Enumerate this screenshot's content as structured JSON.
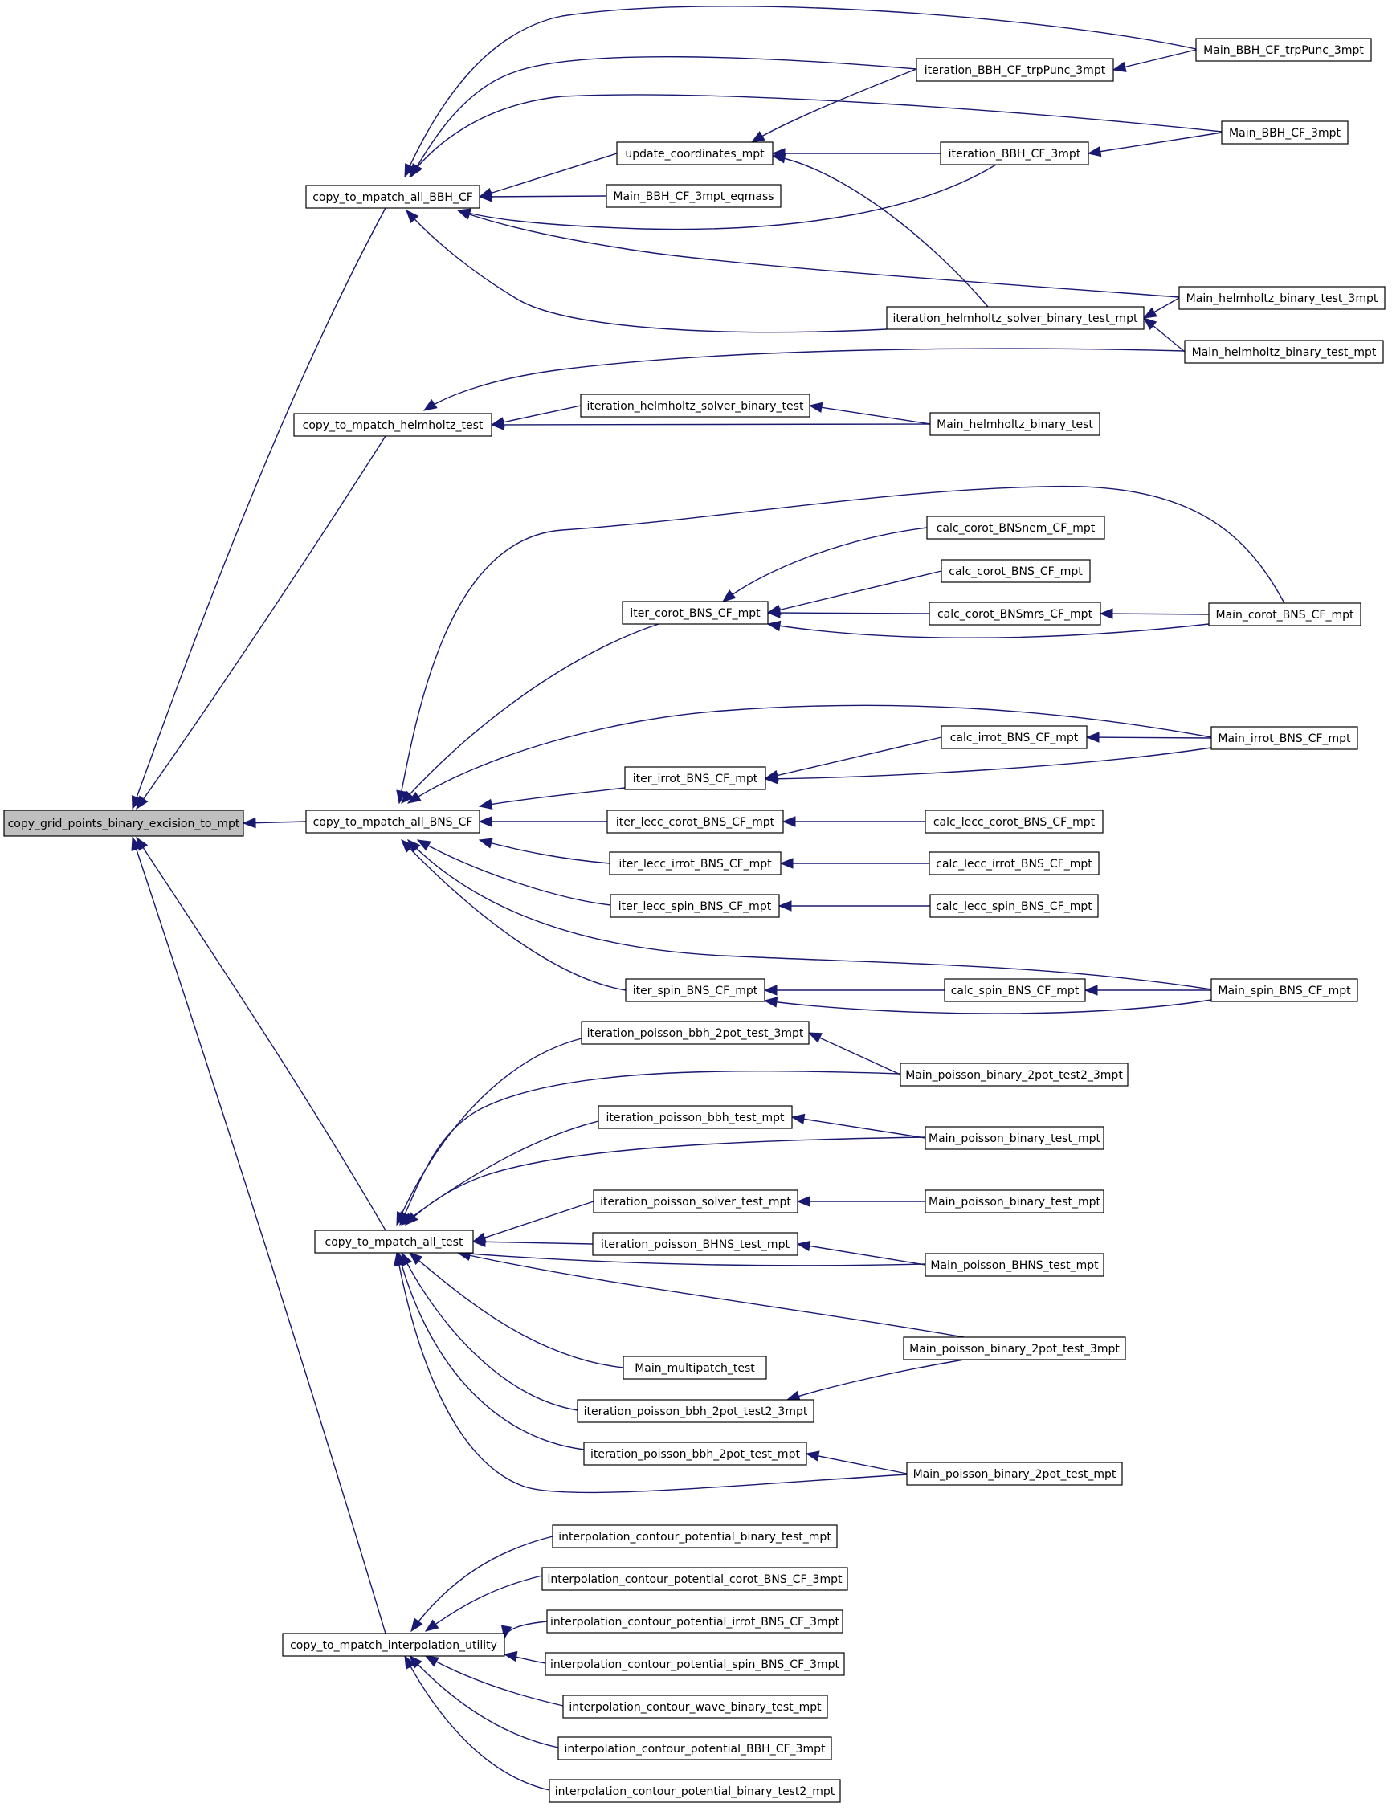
{
  "diagram": {
    "type": "call-graph",
    "colors": {
      "edge": "#191970",
      "node_border": "#000000",
      "root_fill": "#bfbfbf",
      "node_fill": "#ffffff"
    },
    "nodes": [
      {
        "id": "copy_grid",
        "label": "copy_grid_points_binary_excision_to_mpt",
        "root": true
      },
      {
        "id": "c_bbh",
        "label": "copy_to_mpatch_all_BBH_CF"
      },
      {
        "id": "c_helm",
        "label": "copy_to_mpatch_helmholtz_test"
      },
      {
        "id": "c_bns",
        "label": "copy_to_mpatch_all_BNS_CF"
      },
      {
        "id": "c_test",
        "label": "copy_to_mpatch_all_test"
      },
      {
        "id": "c_interp",
        "label": "copy_to_mpatch_interpolation_utility"
      },
      {
        "id": "upd",
        "label": "update_coordinates_mpt"
      },
      {
        "id": "m_bbh_eq",
        "label": "Main_BBH_CF_3mpt_eqmass"
      },
      {
        "id": "it_trp",
        "label": "iteration_BBH_CF_trpPunc_3mpt"
      },
      {
        "id": "it_bbh3",
        "label": "iteration_BBH_CF_3mpt"
      },
      {
        "id": "it_helm_mpt",
        "label": "iteration_helmholtz_solver_binary_test_mpt"
      },
      {
        "id": "m_trp",
        "label": "Main_BBH_CF_trpPunc_3mpt"
      },
      {
        "id": "m_bbh3",
        "label": "Main_BBH_CF_3mpt"
      },
      {
        "id": "m_helm3",
        "label": "Main_helmholtz_binary_test_3mpt"
      },
      {
        "id": "m_helm_mpt",
        "label": "Main_helmholtz_binary_test_mpt"
      },
      {
        "id": "it_helm",
        "label": "iteration_helmholtz_solver_binary_test"
      },
      {
        "id": "m_helm",
        "label": "Main_helmholtz_binary_test"
      },
      {
        "id": "iter_corot",
        "label": "iter_corot_BNS_CF_mpt"
      },
      {
        "id": "cc_nem",
        "label": "calc_corot_BNSnem_CF_mpt"
      },
      {
        "id": "cc_bns",
        "label": "calc_corot_BNS_CF_mpt"
      },
      {
        "id": "cc_mrs",
        "label": "calc_corot_BNSmrs_CF_mpt"
      },
      {
        "id": "m_corot",
        "label": "Main_corot_BNS_CF_mpt"
      },
      {
        "id": "iter_irrot",
        "label": "iter_irrot_BNS_CF_mpt"
      },
      {
        "id": "c_irrot",
        "label": "calc_irrot_BNS_CF_mpt"
      },
      {
        "id": "m_irrot",
        "label": "Main_irrot_BNS_CF_mpt"
      },
      {
        "id": "il_corot",
        "label": "iter_lecc_corot_BNS_CF_mpt"
      },
      {
        "id": "cl_corot",
        "label": "calc_lecc_corot_BNS_CF_mpt"
      },
      {
        "id": "il_irrot",
        "label": "iter_lecc_irrot_BNS_CF_mpt"
      },
      {
        "id": "cl_irrot",
        "label": "calc_lecc_irrot_BNS_CF_mpt"
      },
      {
        "id": "il_spin",
        "label": "iter_lecc_spin_BNS_CF_mpt"
      },
      {
        "id": "cl_spin",
        "label": "calc_lecc_spin_BNS_CF_mpt"
      },
      {
        "id": "iter_spin",
        "label": "iter_spin_BNS_CF_mpt"
      },
      {
        "id": "c_spin",
        "label": "calc_spin_BNS_CF_mpt"
      },
      {
        "id": "m_spin",
        "label": "Main_spin_BNS_CF_mpt"
      },
      {
        "id": "ip_2pot3",
        "label": "iteration_poisson_bbh_2pot_test_3mpt"
      },
      {
        "id": "mp_2pot2_3",
        "label": "Main_poisson_binary_2pot_test2_3mpt"
      },
      {
        "id": "ip_bbh",
        "label": "iteration_poisson_bbh_test_mpt"
      },
      {
        "id": "mp_bin1",
        "label": "Main_poisson_binary_test_mpt"
      },
      {
        "id": "ip_solver",
        "label": "iteration_poisson_solver_test_mpt"
      },
      {
        "id": "mp_bin2",
        "label": "Main_poisson_binary_test_mpt"
      },
      {
        "id": "ip_bhns",
        "label": "iteration_poisson_BHNS_test_mpt"
      },
      {
        "id": "mp_bhns",
        "label": "Main_poisson_BHNS_test_mpt"
      },
      {
        "id": "mp_2pot3",
        "label": "Main_poisson_binary_2pot_test_3mpt"
      },
      {
        "id": "m_multi",
        "label": "Main_multipatch_test"
      },
      {
        "id": "ip_2pot2_3",
        "label": "iteration_poisson_bbh_2pot_test2_3mpt"
      },
      {
        "id": "ip_2pot",
        "label": "iteration_poisson_bbh_2pot_test_mpt"
      },
      {
        "id": "mp_2pot",
        "label": "Main_poisson_binary_2pot_test_mpt"
      },
      {
        "id": "i1",
        "label": "interpolation_contour_potential_binary_test_mpt"
      },
      {
        "id": "i2",
        "label": "interpolation_contour_potential_corot_BNS_CF_3mpt"
      },
      {
        "id": "i3",
        "label": "interpolation_contour_potential_irrot_BNS_CF_3mpt"
      },
      {
        "id": "i4",
        "label": "interpolation_contour_potential_spin_BNS_CF_3mpt"
      },
      {
        "id": "i5",
        "label": "interpolation_contour_wave_binary_test_mpt"
      },
      {
        "id": "i6",
        "label": "interpolation_contour_potential_BBH_CF_3mpt"
      },
      {
        "id": "i7",
        "label": "interpolation_contour_potential_binary_test2_mpt"
      }
    ],
    "edges": [
      [
        "c_bbh",
        "copy_grid"
      ],
      [
        "c_helm",
        "copy_grid"
      ],
      [
        "c_bns",
        "copy_grid"
      ],
      [
        "c_test",
        "copy_grid"
      ],
      [
        "c_interp",
        "copy_grid"
      ],
      [
        "m_trp",
        "c_bbh"
      ],
      [
        "it_trp",
        "c_bbh"
      ],
      [
        "m_bbh3",
        "c_bbh"
      ],
      [
        "upd",
        "c_bbh"
      ],
      [
        "m_bbh_eq",
        "c_bbh"
      ],
      [
        "it_bbh3",
        "c_bbh"
      ],
      [
        "m_helm3",
        "c_bbh"
      ],
      [
        "it_helm_mpt",
        "c_bbh"
      ],
      [
        "it_trp",
        "upd"
      ],
      [
        "it_bbh3",
        "upd"
      ],
      [
        "it_helm_mpt",
        "upd"
      ],
      [
        "m_trp",
        "it_trp"
      ],
      [
        "m_bbh3",
        "it_bbh3"
      ],
      [
        "m_helm3",
        "it_helm_mpt"
      ],
      [
        "m_helm_mpt",
        "it_helm_mpt"
      ],
      [
        "m_helm_mpt",
        "c_helm"
      ],
      [
        "it_helm",
        "c_helm"
      ],
      [
        "m_helm",
        "c_helm"
      ],
      [
        "m_helm",
        "it_helm"
      ],
      [
        "m_corot",
        "c_bns"
      ],
      [
        "iter_corot",
        "c_bns"
      ],
      [
        "m_irrot",
        "c_bns"
      ],
      [
        "iter_irrot",
        "c_bns"
      ],
      [
        "il_corot",
        "c_bns"
      ],
      [
        "il_irrot",
        "c_bns"
      ],
      [
        "il_spin",
        "c_bns"
      ],
      [
        "m_spin",
        "c_bns"
      ],
      [
        "iter_spin",
        "c_bns"
      ],
      [
        "cc_nem",
        "iter_corot"
      ],
      [
        "cc_bns",
        "iter_corot"
      ],
      [
        "cc_mrs",
        "iter_corot"
      ],
      [
        "m_corot",
        "iter_corot"
      ],
      [
        "m_corot",
        "cc_mrs"
      ],
      [
        "c_irrot",
        "iter_irrot"
      ],
      [
        "m_irrot",
        "iter_irrot"
      ],
      [
        "m_irrot",
        "c_irrot"
      ],
      [
        "cl_corot",
        "il_corot"
      ],
      [
        "cl_irrot",
        "il_irrot"
      ],
      [
        "cl_spin",
        "il_spin"
      ],
      [
        "c_spin",
        "iter_spin"
      ],
      [
        "m_spin",
        "iter_spin"
      ],
      [
        "m_spin",
        "c_spin"
      ],
      [
        "ip_2pot3",
        "c_test"
      ],
      [
        "mp_2pot2_3",
        "c_test"
      ],
      [
        "ip_bbh",
        "c_test"
      ],
      [
        "mp_bin1",
        "c_test"
      ],
      [
        "ip_solver",
        "c_test"
      ],
      [
        "ip_bhns",
        "c_test"
      ],
      [
        "mp_bhns",
        "c_test"
      ],
      [
        "mp_2pot3",
        "c_test"
      ],
      [
        "m_multi",
        "c_test"
      ],
      [
        "ip_2pot2_3",
        "c_test"
      ],
      [
        "ip_2pot",
        "c_test"
      ],
      [
        "mp_2pot",
        "c_test"
      ],
      [
        "mp_2pot2_3",
        "ip_2pot3"
      ],
      [
        "mp_bin1",
        "ip_bbh"
      ],
      [
        "mp_bin2",
        "ip_solver"
      ],
      [
        "mp_bhns",
        "ip_bhns"
      ],
      [
        "mp_2pot3",
        "ip_2pot2_3"
      ],
      [
        "mp_2pot",
        "ip_2pot"
      ],
      [
        "i1",
        "c_interp"
      ],
      [
        "i2",
        "c_interp"
      ],
      [
        "i3",
        "c_interp"
      ],
      [
        "i4",
        "c_interp"
      ],
      [
        "i5",
        "c_interp"
      ],
      [
        "i6",
        "c_interp"
      ],
      [
        "i7",
        "c_interp"
      ]
    ]
  }
}
